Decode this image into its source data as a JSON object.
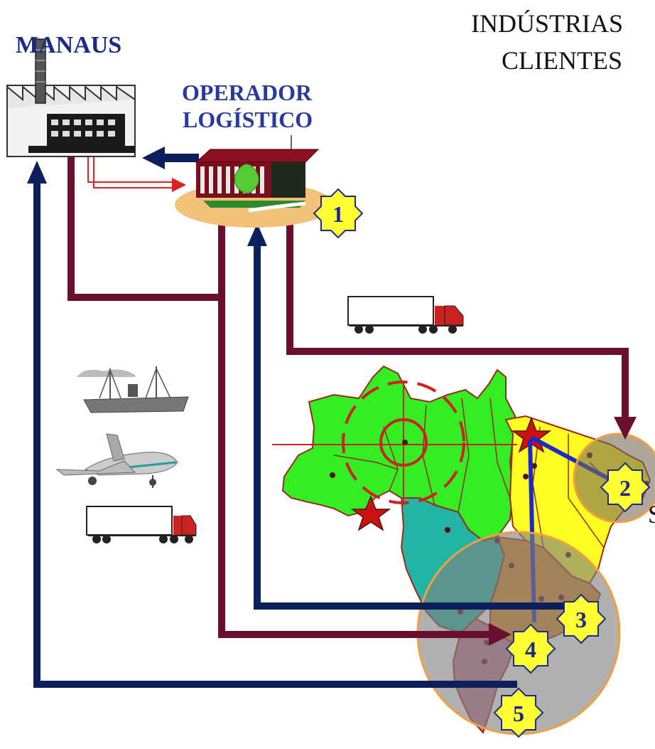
{
  "title": {
    "line1": "INDÚSTRIAS",
    "line2": "CLIENTES"
  },
  "labels": {
    "manaus": "MANAUS",
    "operador_line1": "OPERADOR",
    "operador_line2": "LOGÍSTICO",
    "partial_right": "S"
  },
  "badges": [
    "1",
    "2",
    "3",
    "4",
    "5"
  ],
  "colors": {
    "flow_maroon": "#6b0f2e",
    "flow_navy": "#0d1f5c",
    "badge_fill": "#ffff33",
    "map_green": "#33ee22",
    "map_teal": "#22b5a5",
    "map_yellow": "#ffff22",
    "star_red": "#cc1111",
    "region_gray": "#8a8a8a"
  }
}
